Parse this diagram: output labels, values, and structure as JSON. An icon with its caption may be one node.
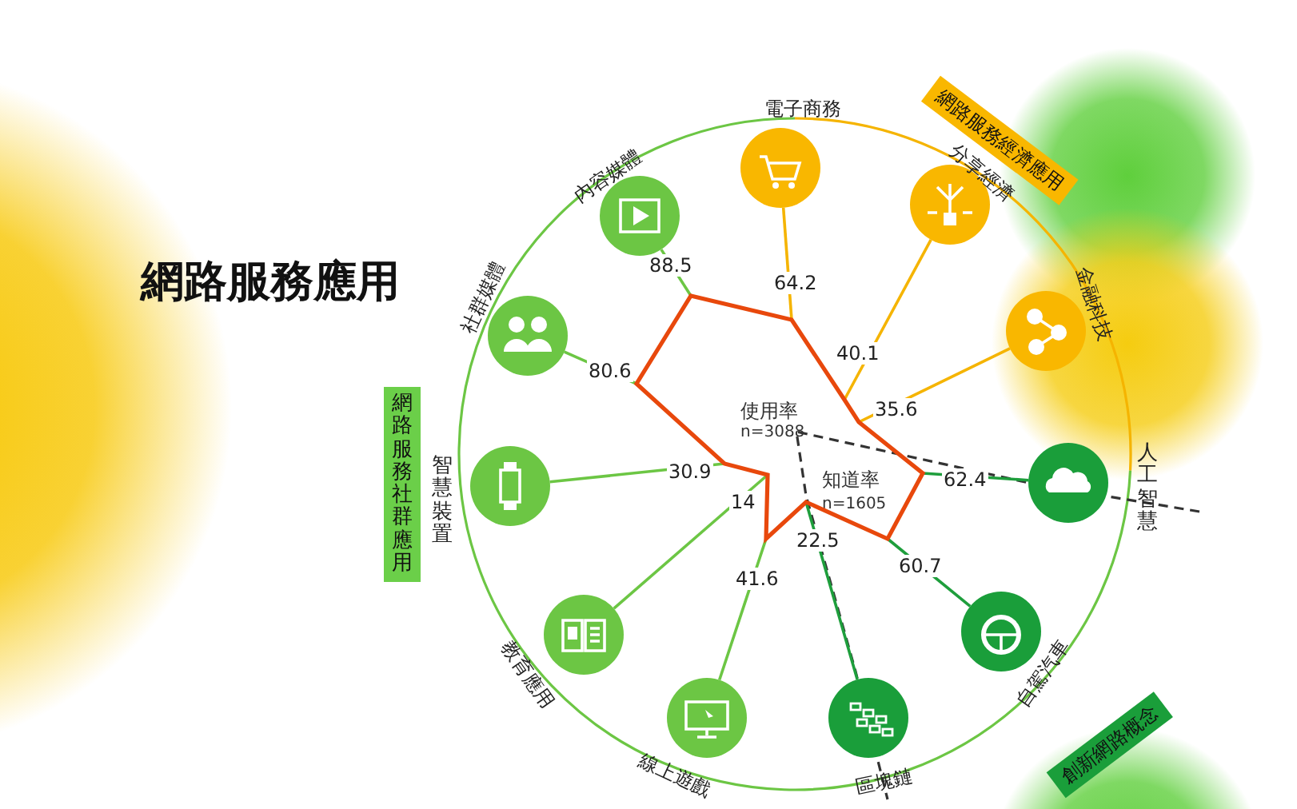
{
  "diagram": {
    "title": "網路服務應用",
    "nodes": [
      {
        "text": [
          "電子商務"
        ]
      },
      {
        "text": [
          "分享經濟"
        ]
      },
      {
        "text": [
          "金融科技"
        ]
      },
      {
        "text": [
          "人工智慧"
        ]
      },
      {
        "text": [
          "自駕汽車"
        ]
      },
      {
        "text": [
          "區塊鏈"
        ]
      },
      {
        "text": [
          "線上遊戲"
        ]
      },
      {
        "text": [
          "教育應用"
        ]
      },
      {
        "text": [
          "智慧裝置"
        ]
      },
      {
        "text": [
          "社群媒體"
        ]
      },
      {
        "text": [
          "內容媒體"
        ]
      },
      {
        "text": [
          "網路服務經濟應用"
        ]
      },
      {
        "text": [
          "網路服務社群應用"
        ]
      },
      {
        "text": [
          "創新網路概念"
        ]
      },
      {
        "text": [],
        "shape": "polygon"
      }
    ],
    "edges": [
      {
        "from": 14,
        "to": 0,
        "arrow": "none",
        "label": "64.2",
        "color": "#f5b400"
      },
      {
        "from": 14,
        "to": 1,
        "arrow": "none",
        "label": "40.1",
        "color": "#f5b400"
      },
      {
        "from": 14,
        "to": 2,
        "arrow": "none",
        "label": "35.6",
        "color": "#f5b400"
      },
      {
        "from": 14,
        "to": 3,
        "arrow": "none",
        "label": "62.4",
        "color": "#1e9e3c"
      },
      {
        "from": 14,
        "to": 4,
        "arrow": "none",
        "label": "60.7",
        "color": "#1e9e3c"
      },
      {
        "from": 14,
        "to": 5,
        "arrow": "none",
        "label": "22.5",
        "color": "#1e9e3c"
      },
      {
        "from": 14,
        "to": 6,
        "arrow": "none",
        "label": "41.6"
      },
      {
        "from": 14,
        "to": 7,
        "arrow": "none",
        "label": "14"
      },
      {
        "from": 14,
        "to": 8,
        "arrow": "none",
        "label": "30.9"
      },
      {
        "from": 14,
        "to": 9,
        "arrow": "none",
        "label": "80.6"
      },
      {
        "from": 14,
        "to": 10,
        "arrow": "none",
        "label": "88.5"
      }
    ],
    "labels": [
      "使用率",
      "n=3088",
      "知道率",
      "n=1605"
    ]
  }
}
